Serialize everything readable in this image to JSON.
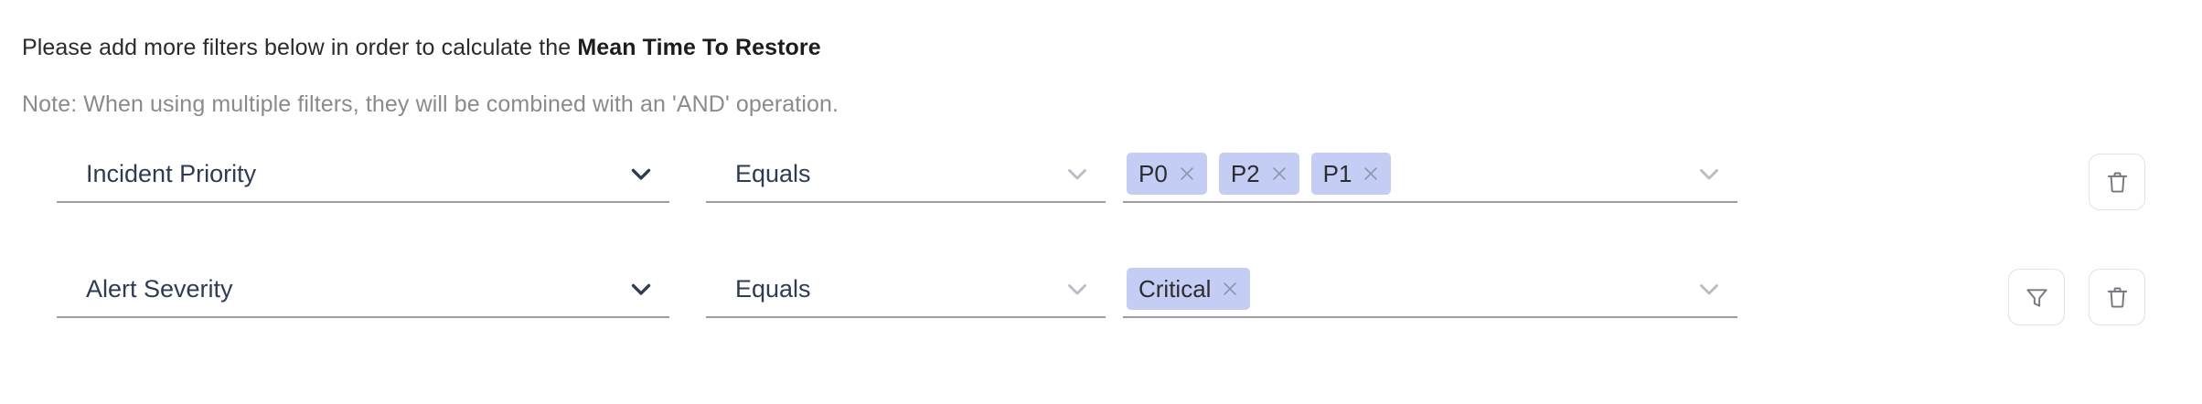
{
  "header": {
    "instruction_prefix": "Please add more filters below in order to calculate the ",
    "instruction_metric": "Mean Time To Restore",
    "note": "Note: When using multiple filters, they will be combined with an 'AND' operation."
  },
  "colors": {
    "chip_background": "#c4cdf3",
    "field_text": "#2f3b55",
    "underline": "#9e9e9e",
    "note_text": "#8b8b8b",
    "icon_stroke": "#74787e"
  },
  "filters": [
    {
      "attribute": "Incident Priority",
      "attribute_chevron": "chevron-down-icon",
      "operator": "Equals",
      "operator_chevron": "chevron-down-icon",
      "values": [
        "P0",
        "P2",
        "P1"
      ],
      "values_chevron": "chevron-down-icon",
      "actions": [
        "delete-icon"
      ]
    },
    {
      "attribute": "Alert Severity",
      "attribute_chevron": "chevron-down-icon",
      "operator": "Equals",
      "operator_chevron": "chevron-down-icon",
      "values": [
        "Critical"
      ],
      "values_chevron": "chevron-down-icon",
      "actions": [
        "filter-icon",
        "delete-icon"
      ]
    }
  ],
  "icons": {
    "delete": "trash-icon",
    "filter": "funnel-icon",
    "chip_remove": "close-icon"
  }
}
